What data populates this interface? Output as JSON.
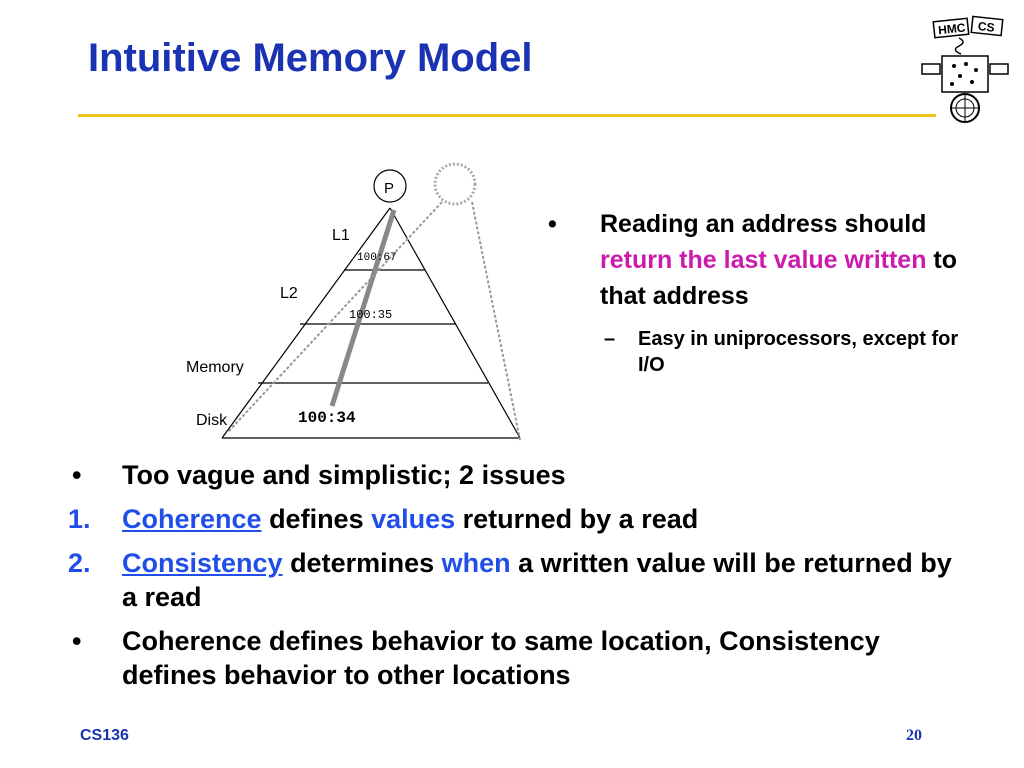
{
  "slide": {
    "title": "Intuitive Memory Model",
    "footer_left": "CS136",
    "page_number": "20",
    "logo_text_left": "HMC",
    "logo_text_right": "CS"
  },
  "diagram": {
    "p_label": "P",
    "l1_label": "L1",
    "l2_label": "L2",
    "memory_label": "Memory",
    "disk_label": "Disk",
    "l1_value": "100:67",
    "l2_value": "100:35",
    "disk_value": "100:34"
  },
  "right_bullets": {
    "main_marker": "•",
    "main_a": "Reading an address should ",
    "main_highlight": "return the last value written",
    "main_b": " to that address",
    "sub_marker": "–",
    "sub_text": "Easy in uniprocessors, except for I/O"
  },
  "bottom_bullets": {
    "b1_marker": "•",
    "b1_text": "Too vague and simplistic; 2 issues",
    "n1_marker": "1.",
    "n1_term": "Coherence",
    "n1_a": " defines ",
    "n1_highlight": "values",
    "n1_b": " returned by a read",
    "n2_marker": "2.",
    "n2_term": "Consistency",
    "n2_a": " determines ",
    "n2_highlight": "when",
    "n2_b": " a written value will be returned by a read",
    "b2_marker": "•",
    "b2_text": "Coherence defines behavior to same location, Consistency defines behavior to other locations"
  }
}
